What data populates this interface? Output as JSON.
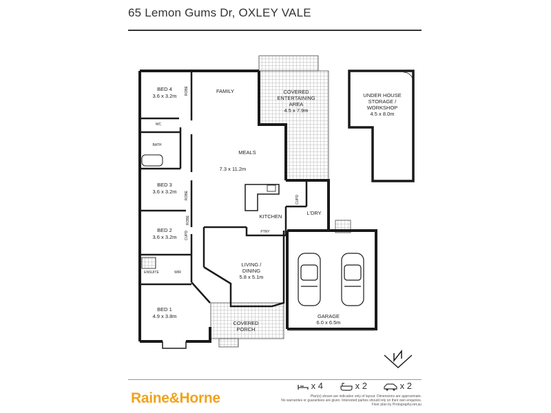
{
  "header": {
    "address": "65 Lemon Gums Dr, OXLEY VALE"
  },
  "rooms": {
    "bed4": {
      "name": "BED 4",
      "size": "3.6 x 3.2m"
    },
    "bed3": {
      "name": "BED 3",
      "size": "3.6 x 3.2m"
    },
    "bed2": {
      "name": "BED 2",
      "size": "3.6 x 3.2m"
    },
    "bed1": {
      "name": "BED 1",
      "size": "4.9 x 3.8m"
    },
    "family": {
      "name": "FAMILY"
    },
    "meals": {
      "name": "MEALS",
      "size": "7.3 x 11.2m"
    },
    "covered_entertaining": {
      "line1": "COVERED",
      "line2": "ENTERTAINING",
      "line3": "AREA",
      "size": "4.5 x 7.9m"
    },
    "under_house": {
      "line1": "UNDER HOUSE",
      "line2": "STORAGE /",
      "line3": "WORKSHOP",
      "size": "4.5 x 8.0m"
    },
    "kitchen": {
      "name": "KITCHEN"
    },
    "ldry": {
      "name": "L'DRY"
    },
    "ptry": {
      "name": "PTRY"
    },
    "living": {
      "line1": "LIVING /",
      "line2": "DINING",
      "size": "5.8 x 5.1m"
    },
    "garage": {
      "name": "GARAGE",
      "size": "6.0 x 6.5m"
    },
    "porch": {
      "line1": "COVERED",
      "line2": "PORCH"
    },
    "ensuite": {
      "name": "ENSUITE"
    },
    "wir": {
      "name": "WIR"
    },
    "wc": {
      "name": "WC"
    },
    "bath": {
      "name": "BATH"
    }
  },
  "small_labels": {
    "robe": "ROBE",
    "cupd": "CUPD"
  },
  "features": {
    "beds": "x 4",
    "baths": "x 2",
    "cars": "x 2"
  },
  "brand": {
    "name": "Raine&Horne"
  },
  "disclaimer": {
    "line1": "Plan(s) shown are indicative only of layout. Dimensions are approximate.",
    "line2": "No warranties or guarantees are given. Interested parties should rely on their own enquiries.",
    "line3": "Floor plan by Protography.net.au"
  },
  "colors": {
    "brand": "#f0a31c",
    "wall": "#1a1a1a"
  }
}
